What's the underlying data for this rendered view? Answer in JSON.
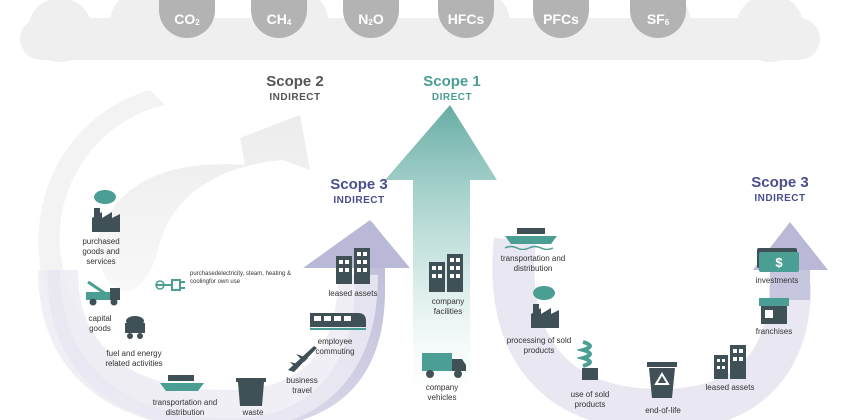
{
  "gases": [
    {
      "base": "CO",
      "sub": "2"
    },
    {
      "base": "CH",
      "sub": "4"
    },
    {
      "base": "N",
      "sub": "2",
      "tail": "O"
    },
    {
      "base": "HFCs",
      "sub": ""
    },
    {
      "base": "PFCs",
      "sub": ""
    },
    {
      "base": "SF",
      "sub": "6"
    }
  ],
  "scopes": {
    "scope2": {
      "title": "Scope 2",
      "subtitle": "INDIRECT"
    },
    "scope1": {
      "title": "Scope 1",
      "subtitle": "DIRECT"
    },
    "scope3_upstream": {
      "title": "Scope 3",
      "subtitle": "INDIRECT"
    },
    "scope3_downstream": {
      "title": "Scope 3",
      "subtitle": "INDIRECT"
    }
  },
  "labels": {
    "purchased_goods": "purchased goods and services",
    "capital_goods": "capital goods",
    "fuel_energy": "fuel and energy related activities",
    "transport_up": "transportation and distribution",
    "waste": "waste",
    "business_travel": "business travel",
    "employee_commuting": "employee commuting",
    "leased_up": "leased assets",
    "purchased_electricity": "purchasedelectricity, steam, heating & coolingfor own use",
    "company_facilities": "company facilities",
    "company_vehicles": "company vehicles",
    "transport_down": "transportation and distribution",
    "processing": "processing of sold products",
    "use_sold": "use of sold products",
    "end_of_life": "end-of-life",
    "leased_down": "leased assets",
    "franchises": "franchises",
    "investments": "investments"
  },
  "colors": {
    "teal": "#4a9e94",
    "slate": "#3f5056",
    "purple": "#4a4f8c",
    "gray": "#555555",
    "cloud": "#efefef",
    "gas": "#b3b3b3"
  }
}
